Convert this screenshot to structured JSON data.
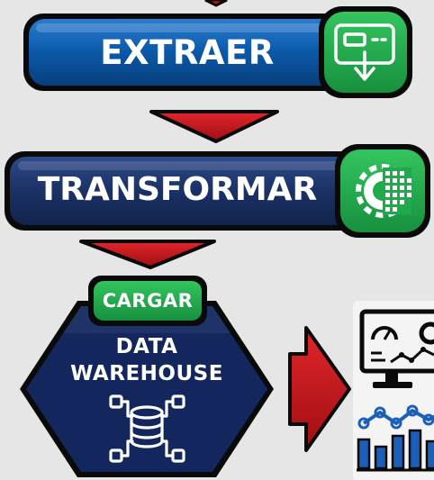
{
  "steps": {
    "extract": {
      "label": "EXTRAER",
      "icon": "download-device-icon"
    },
    "transform": {
      "label": "TRANSFORMAR",
      "icon": "gear-data-icon"
    },
    "load": {
      "badge": "CARGAR",
      "line1": "DATA",
      "line2": "WAREHOUSE",
      "icon": "database-network-icon"
    }
  },
  "outputs": {
    "dashboard_icon": "monitor-gauge-icon",
    "chart_icon": "bar-line-chart-icon"
  },
  "colors": {
    "background": "#e6e6e6",
    "extract_blue": "#0b58a8",
    "transform_navy": "#1b3166",
    "warehouse_navy": "#13275e",
    "icon_green": "#1faa4c",
    "arrow_red": "#c8161c",
    "outline": "#0a0a0a"
  }
}
